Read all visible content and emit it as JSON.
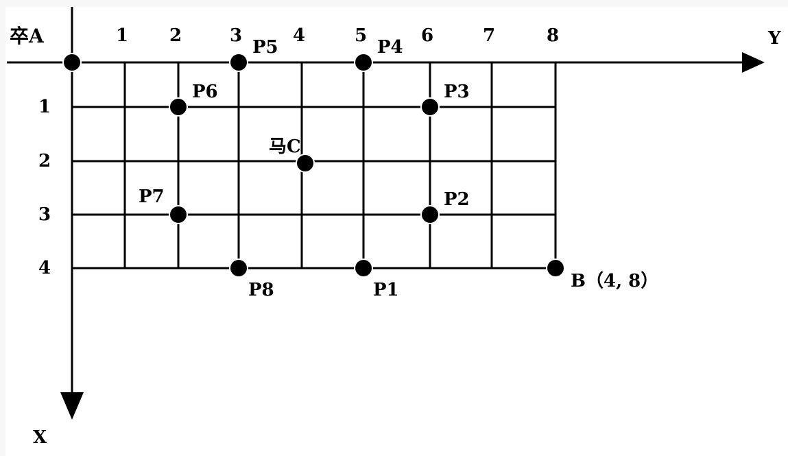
{
  "diagram": {
    "axis_y_label": "Y",
    "axis_x_label": "X",
    "column_labels": [
      "1",
      "2",
      "3",
      "4",
      "5",
      "6",
      "7",
      "8"
    ],
    "row_labels": [
      "1",
      "2",
      "3",
      "4"
    ],
    "grid": {
      "rows": 4,
      "cols": 8
    },
    "pieces": {
      "A": {
        "label": "卒A",
        "row": 0,
        "col": 0
      },
      "C": {
        "label": "马C",
        "row": 2,
        "col": 4
      },
      "B": {
        "label": "B（4, 8）",
        "row": 4,
        "col": 8
      }
    },
    "points": [
      {
        "label": "P1",
        "row": 4,
        "col": 5,
        "pos": "below"
      },
      {
        "label": "P2",
        "row": 3,
        "col": 6,
        "pos": "upright"
      },
      {
        "label": "P3",
        "row": 1,
        "col": 6,
        "pos": "upright"
      },
      {
        "label": "P4",
        "row": 0,
        "col": 5,
        "pos": "upright"
      },
      {
        "label": "P5",
        "row": 0,
        "col": 3,
        "pos": "upright"
      },
      {
        "label": "P6",
        "row": 1,
        "col": 2,
        "pos": "upright"
      },
      {
        "label": "P7",
        "row": 3,
        "col": 2,
        "pos": "upleft"
      },
      {
        "label": "P8",
        "row": 4,
        "col": 3,
        "pos": "below"
      }
    ]
  }
}
